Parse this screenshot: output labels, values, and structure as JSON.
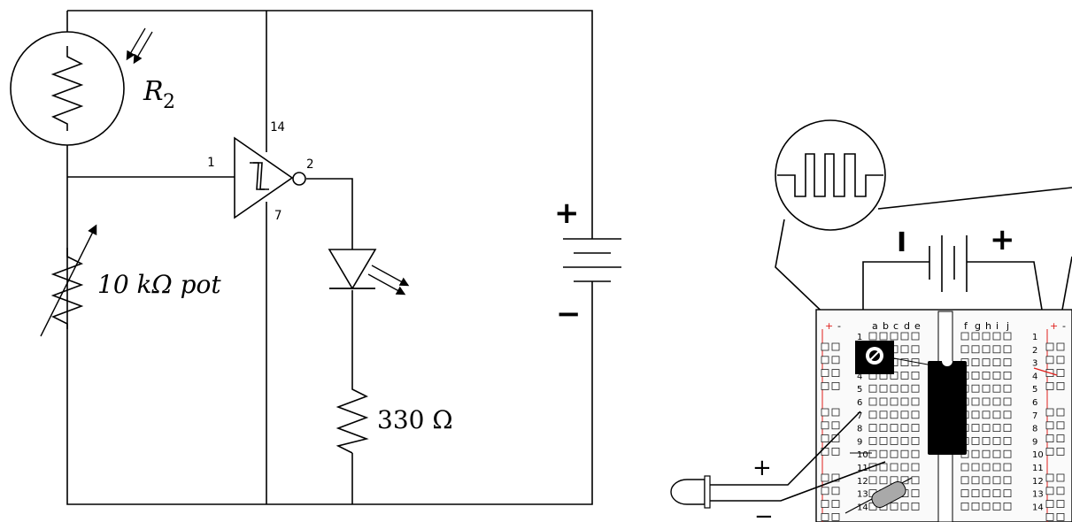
{
  "schematic": {
    "ldr_label": "R",
    "ldr_subscript": "2",
    "pot_label": "10 kΩ pot",
    "resistor_label": "330 Ω",
    "pin_in": "1",
    "pin_out": "2",
    "pin_vcc": "14",
    "pin_gnd": "7",
    "battery_plus": "+",
    "battery_minus": "−"
  },
  "breadboard": {
    "battery_minus": "I",
    "battery_plus": "+",
    "led_plus": "+",
    "led_minus": "−",
    "rail_plus": "+",
    "rail_minus": "-",
    "cols_left": [
      "a",
      "b",
      "c",
      "d",
      "e"
    ],
    "cols_right": [
      "f",
      "g",
      "h",
      "i",
      "j"
    ],
    "rows": [
      "1",
      "2",
      "3",
      "4",
      "5",
      "6",
      "7",
      "8",
      "9",
      "10",
      "11",
      "12",
      "13",
      "14"
    ]
  },
  "colors": {
    "wire": "#000000",
    "rail_red": "#e0201c",
    "chip": "#000000",
    "resistor_body": "#a9a9a9"
  }
}
